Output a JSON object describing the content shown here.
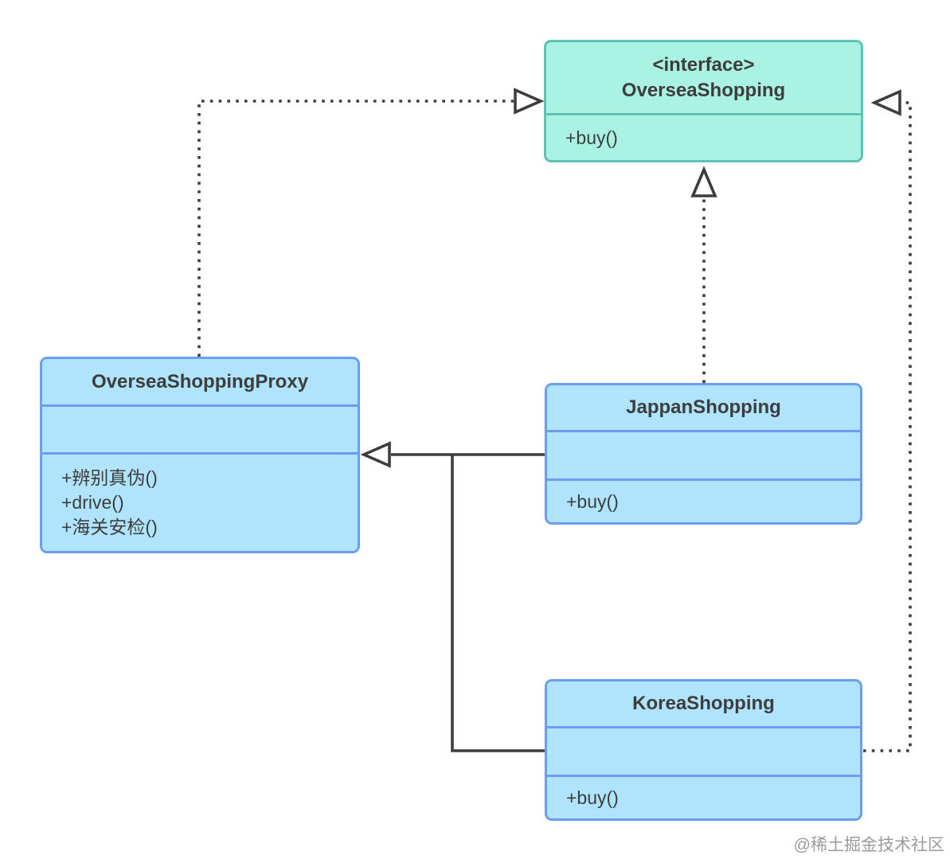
{
  "diagram_type": "uml-class-diagram",
  "colors": {
    "background": "#ffffff",
    "line": "#3d3d3d",
    "text": "#3d3d3d",
    "interface_fill": "#aaf2e2",
    "interface_border": "#5ec3b4",
    "class_fill": "#b0e4fd",
    "class_border": "#6b9ef0",
    "watermark_text": "#9b9b9b"
  },
  "classes": {
    "interface": {
      "stereotype": "<interface>",
      "name": "OverseaShopping",
      "methods": [
        "+buy()"
      ]
    },
    "proxy": {
      "name": "OverseaShoppingProxy",
      "methods": [
        "+辨别真伪()",
        "+drive()",
        "+海关安检()"
      ]
    },
    "jappan": {
      "name": "JappanShopping",
      "methods": [
        "+buy()"
      ]
    },
    "korea": {
      "name": "KoreaShopping",
      "methods": [
        "+buy()"
      ]
    }
  },
  "relations": [
    {
      "from": "OverseaShoppingProxy",
      "to": "OverseaShopping",
      "type": "realization",
      "line": "dashed",
      "arrowhead": "hollow-triangle"
    },
    {
      "from": "JappanShopping",
      "to": "OverseaShopping",
      "type": "realization",
      "line": "dashed",
      "arrowhead": "hollow-triangle"
    },
    {
      "from": "KoreaShopping",
      "to": "OverseaShopping",
      "type": "realization",
      "line": "dashed",
      "arrowhead": "hollow-triangle"
    },
    {
      "from": "JappanShopping",
      "to": "OverseaShoppingProxy",
      "type": "association",
      "line": "solid",
      "arrowhead": "hollow-triangle"
    },
    {
      "from": "KoreaShopping",
      "to": "OverseaShoppingProxy",
      "type": "association",
      "line": "solid",
      "arrowhead": "hollow-triangle"
    }
  ],
  "watermark": "@稀土掘金技术社区"
}
